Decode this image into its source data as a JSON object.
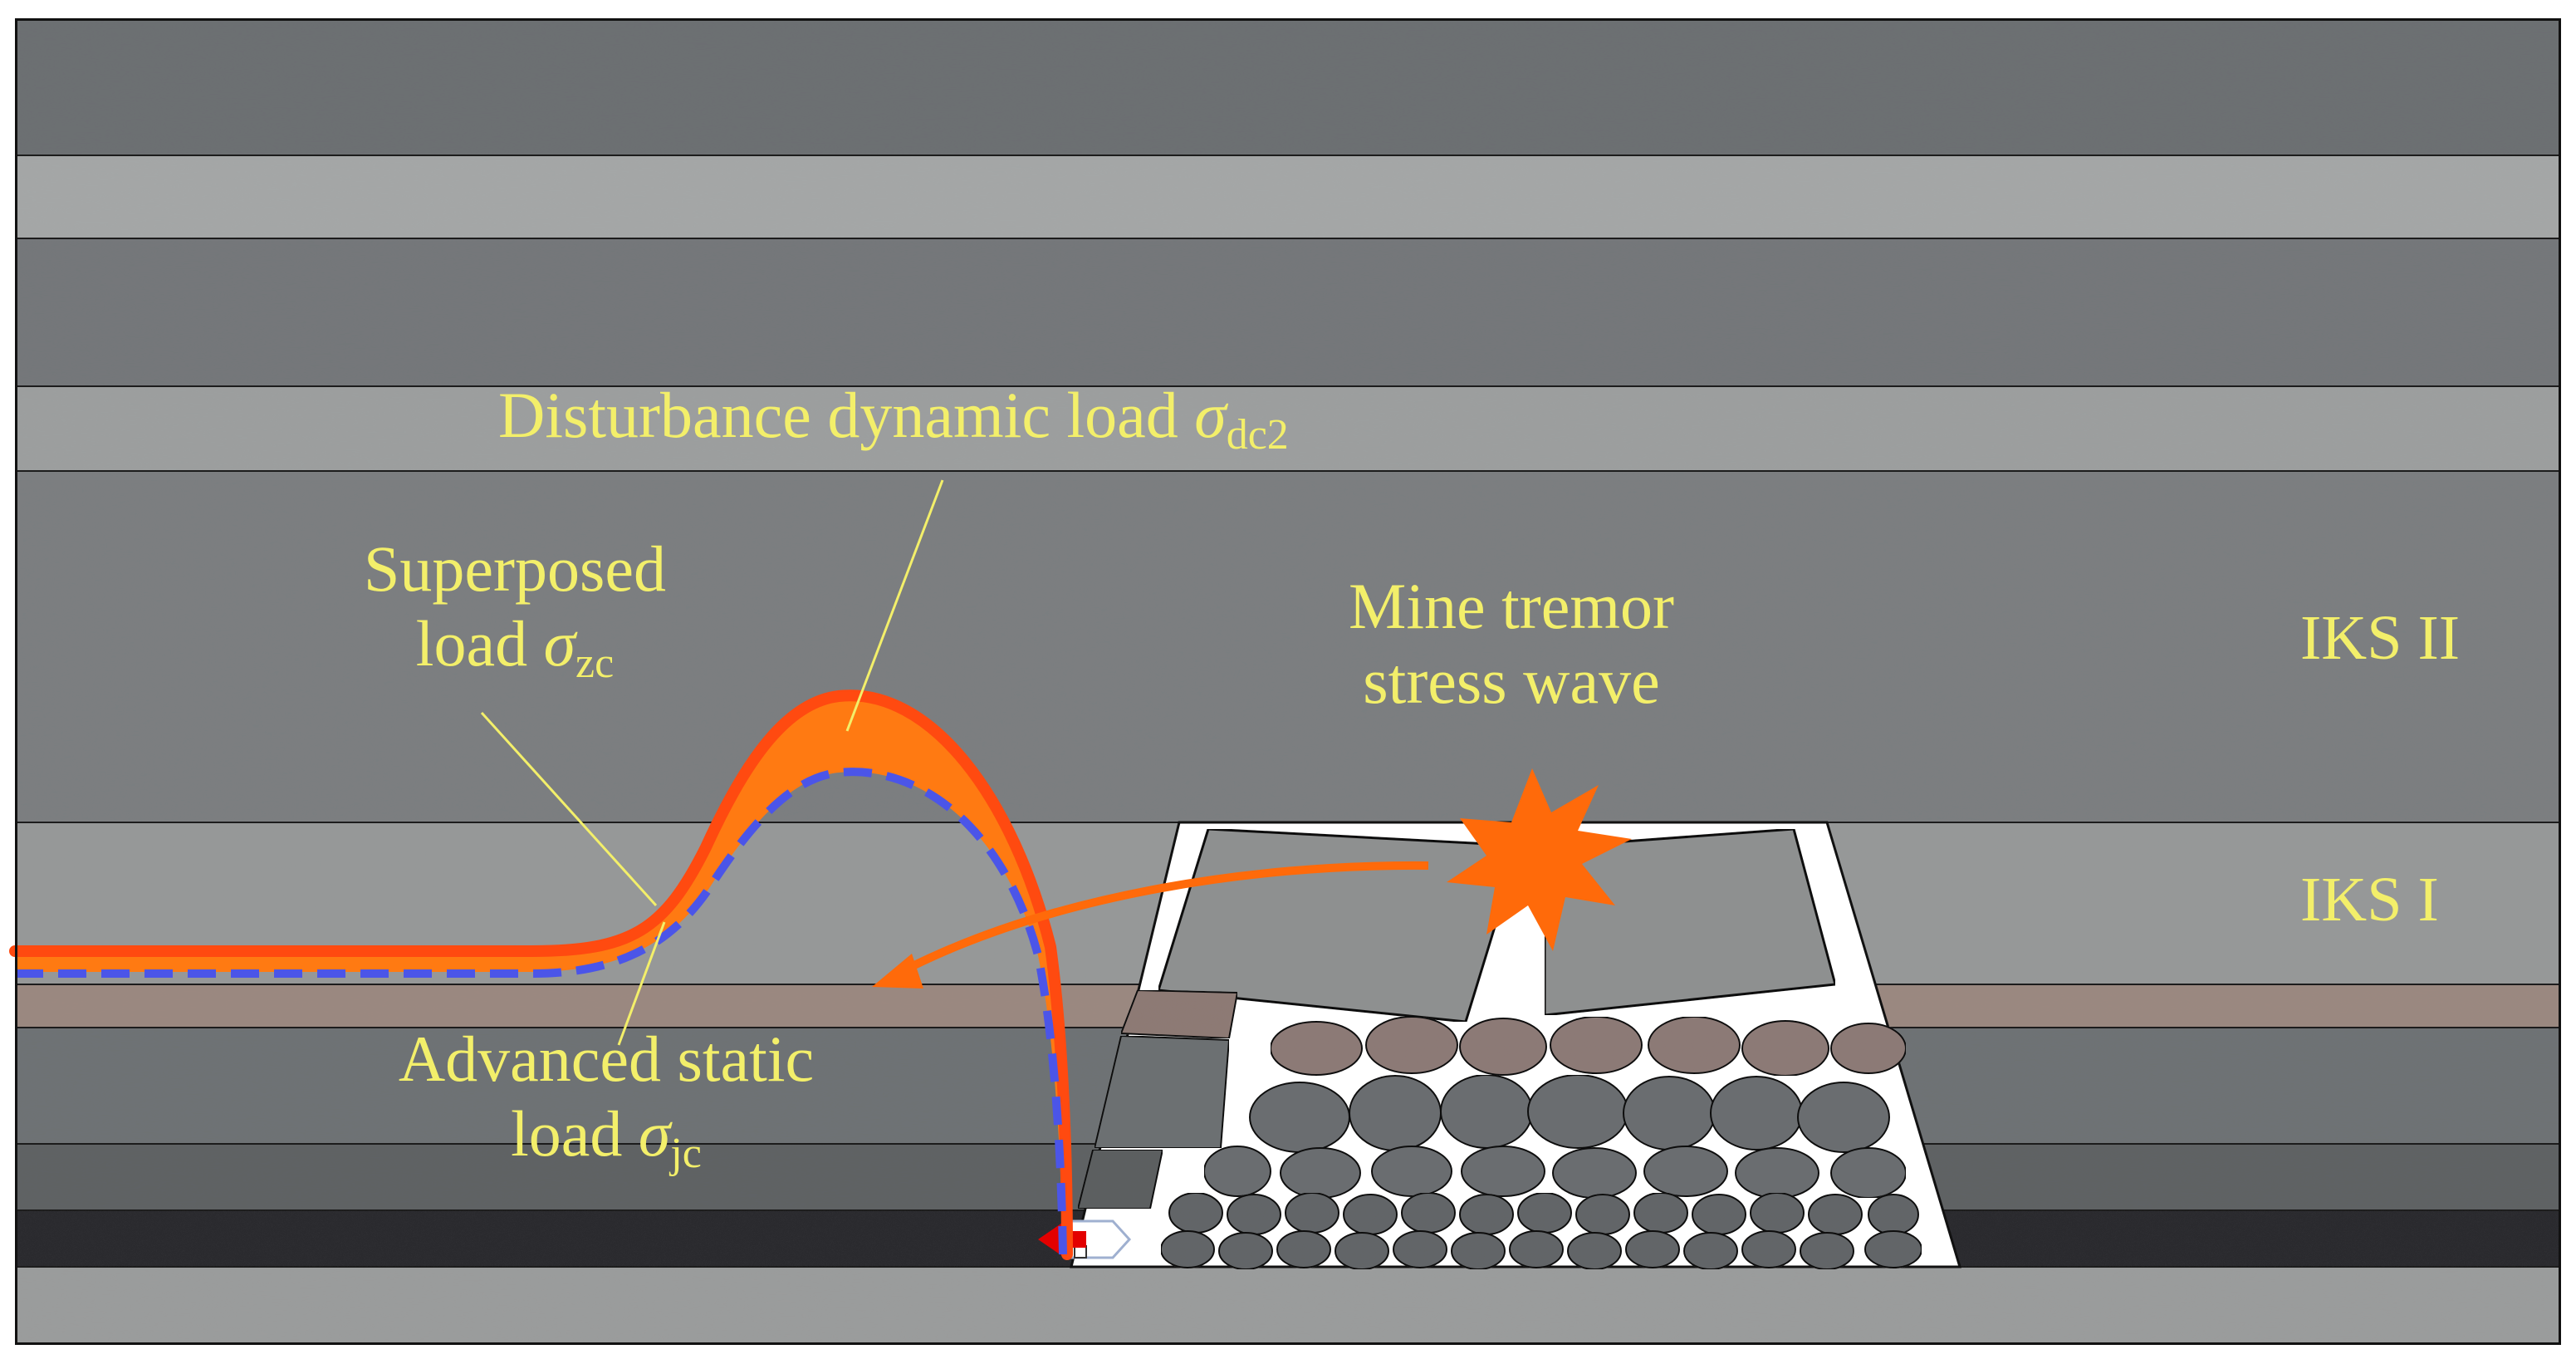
{
  "labels": {
    "disturbance": {
      "text": "Disturbance dynamic load",
      "symbol": "σ",
      "sub": "dc2"
    },
    "superposed": {
      "line1": "Superposed",
      "line2": "load",
      "symbol": "σ",
      "sub": "zc"
    },
    "tremor": {
      "line1": "Mine tremor",
      "line2": "stress wave"
    },
    "static": {
      "line1": "Advanced static",
      "line2": "load",
      "symbol": "σ",
      "sub": "jc"
    }
  },
  "layers": {
    "iks2": "IKS II",
    "iks1": "IKS I"
  },
  "colors": {
    "label_text": "#f3ef6a",
    "superposed_load": "#ff4a10",
    "dynamic_load_fill": "#ff7a12",
    "static_load_dashed": "#4b55e8",
    "stress_wave": "#ff6a0a",
    "support_arrow": "#e30000"
  }
}
